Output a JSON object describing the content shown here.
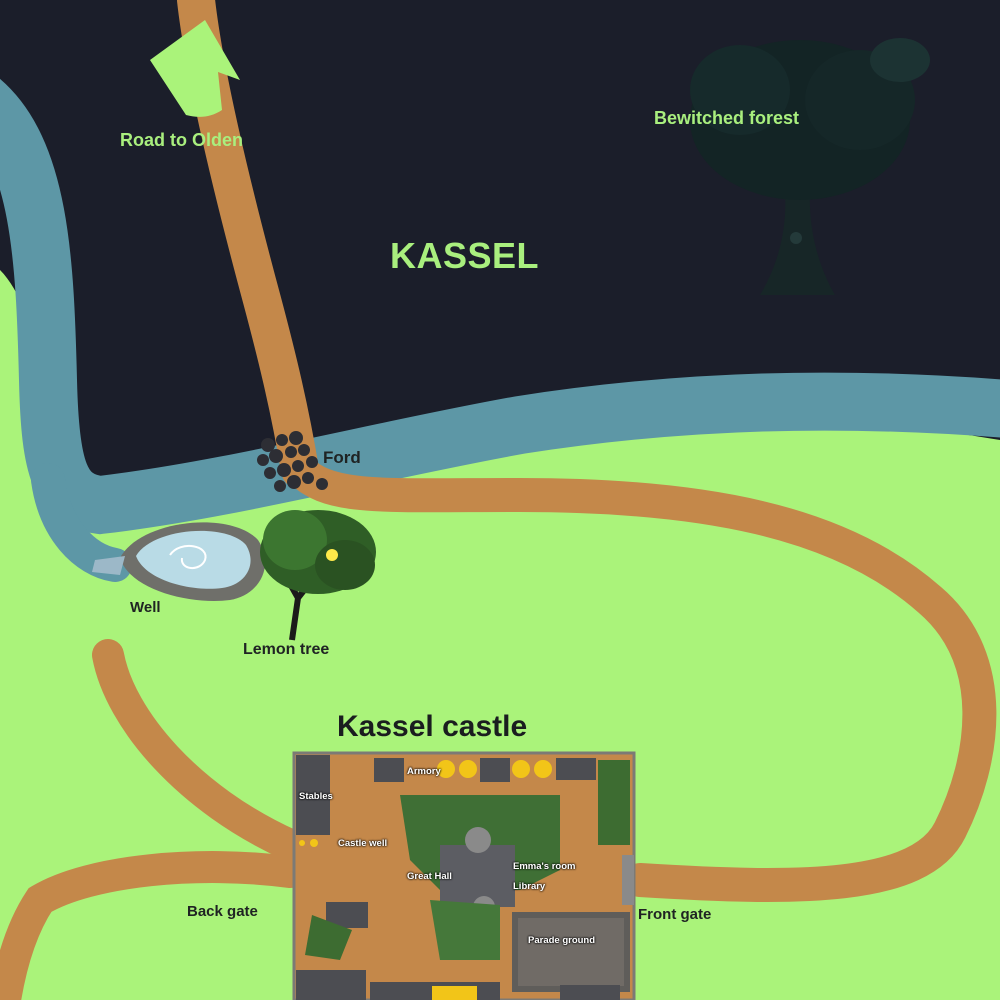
{
  "map": {
    "title": "KASSEL",
    "colors": {
      "night_region": "#1b1e2a",
      "grass": "#aaf37a",
      "river": "#5d97a6",
      "road": "#c4884a",
      "label_green": "#a9ef7e",
      "label_dark": "#1f2323"
    },
    "labels": {
      "road_to_olden": "Road to Olden",
      "bewitched_forest": "Bewitched forest",
      "ford": "Ford",
      "well": "Well",
      "lemon_tree": "Lemon tree",
      "kassel_castle": "Kassel castle",
      "back_gate": "Back gate",
      "front_gate": "Front gate"
    },
    "castle_rooms": {
      "armory": "Armory",
      "stables": "Stables",
      "castle_well": "Castle well",
      "great_hall": "Great Hall",
      "emmas_room": "Emma's room",
      "library": "Library",
      "parade_ground": "Parade ground"
    },
    "icons": [
      "north-arrow-icon",
      "bewitched-tree-icon",
      "ford-stones-icon",
      "well-pond-icon",
      "lemon-tree-icon",
      "castle-plan-icon"
    ]
  }
}
